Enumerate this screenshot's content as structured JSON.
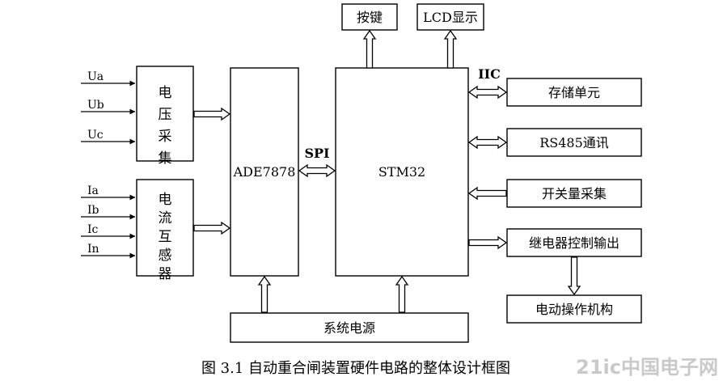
{
  "blocks": {
    "voltage": {
      "label": "电压采集"
    },
    "current": {
      "label": "电流互感器"
    },
    "ade": {
      "label": "ADE7878"
    },
    "stm": {
      "label": "STM32"
    },
    "key": {
      "label": "按键"
    },
    "lcd": {
      "label": "LCD显示"
    },
    "storage": {
      "label": "存储单元"
    },
    "rs485": {
      "label": "RS485通讯"
    },
    "switch": {
      "label": "开关量采集"
    },
    "relay": {
      "label": "继电器控制输出"
    },
    "actuator": {
      "label": "电动操作机构"
    },
    "power": {
      "label": "系统电源"
    }
  },
  "signals": {
    "voltage": [
      "Ua",
      "Ub",
      "Uc"
    ],
    "current": [
      "Ia",
      "Ib",
      "Ic",
      "In"
    ]
  },
  "buses": {
    "spi": "SPI",
    "iic": "IIC"
  },
  "caption": "图 3.1 自动重合闸装置硬件电路的整体设计框图",
  "watermark": "21ic中国电子网",
  "colors": {
    "line": "#000000",
    "background": "#ffffff",
    "watermark": "#c9c9c9"
  }
}
